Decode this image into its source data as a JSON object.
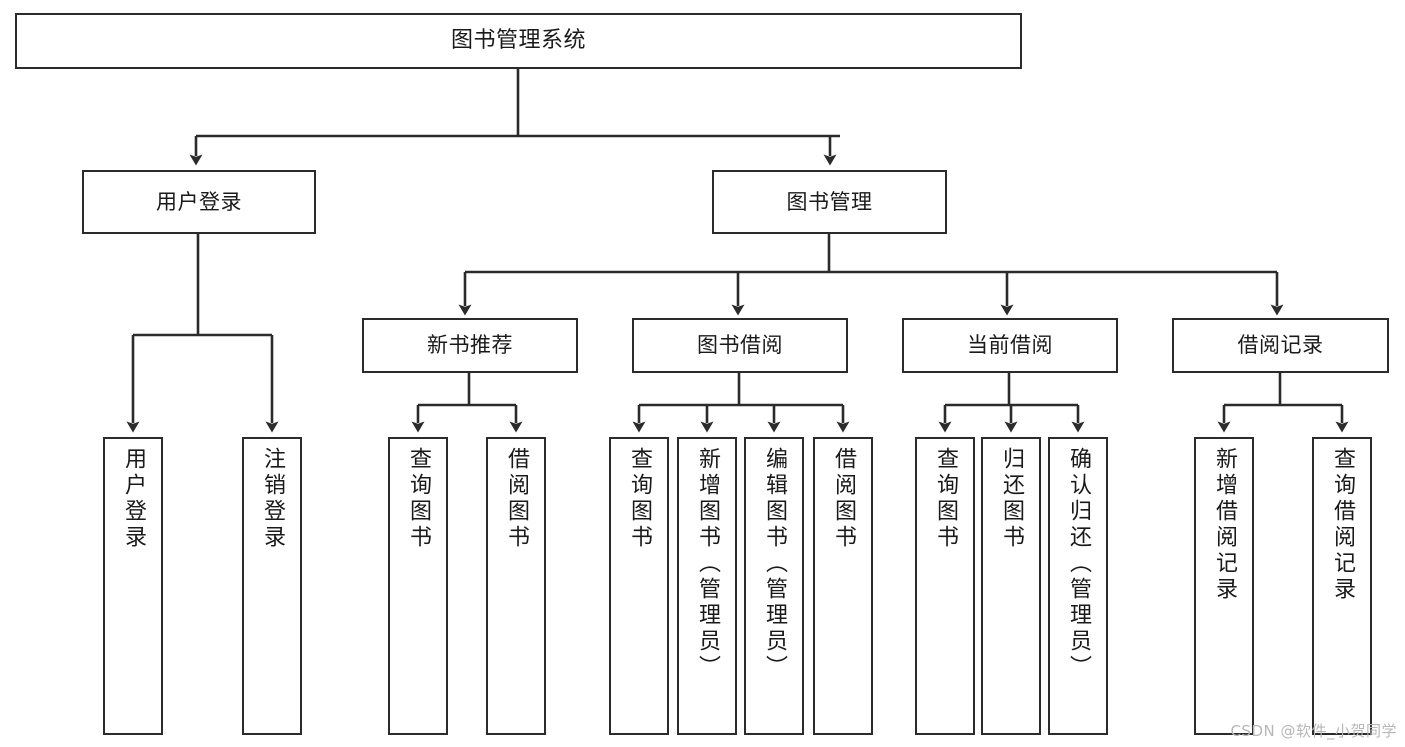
{
  "diagram": {
    "type": "tree-hierarchy",
    "title": "图书管理系统",
    "watermark": "CSDN @软件_小贺同学",
    "colors": {
      "box_border": "#2b2b2b",
      "box_fill": "#ffffff",
      "connector": "#2b2b2b",
      "text": "#1a1a1a",
      "watermark": "#b7b7b7"
    },
    "nodes": [
      {
        "id": "root",
        "label": "图书管理系统",
        "level": 1,
        "orient": "horizontal"
      },
      {
        "id": "n2a",
        "label": "用户登录",
        "level": 2,
        "orient": "horizontal",
        "parent": "root"
      },
      {
        "id": "n2b",
        "label": "图书管理",
        "level": 2,
        "orient": "horizontal",
        "parent": "root"
      },
      {
        "id": "n3a",
        "label": "新书推荐",
        "level": 3,
        "orient": "horizontal",
        "parent": "n2b"
      },
      {
        "id": "n3b",
        "label": "图书借阅",
        "level": 3,
        "orient": "horizontal",
        "parent": "n2b"
      },
      {
        "id": "n3c",
        "label": "当前借阅",
        "level": 3,
        "orient": "horizontal",
        "parent": "n2b"
      },
      {
        "id": "n3d",
        "label": "借阅记录",
        "level": 3,
        "orient": "horizontal",
        "parent": "n2b"
      },
      {
        "id": "l1",
        "label": "用户登录",
        "level": 4,
        "orient": "vertical",
        "parent": "n2a"
      },
      {
        "id": "l2",
        "label": "注销登录",
        "level": 4,
        "orient": "vertical",
        "parent": "n2a"
      },
      {
        "id": "l3",
        "label": "查询图书",
        "level": 4,
        "orient": "vertical",
        "parent": "n3a"
      },
      {
        "id": "l4",
        "label": "借阅图书",
        "level": 4,
        "orient": "vertical",
        "parent": "n3a"
      },
      {
        "id": "l5",
        "label": "查询图书",
        "level": 4,
        "orient": "vertical",
        "parent": "n3b"
      },
      {
        "id": "l6",
        "label": "新增图书（管理员）",
        "level": 4,
        "orient": "vertical",
        "parent": "n3b"
      },
      {
        "id": "l7",
        "label": "编辑图书（管理员）",
        "level": 4,
        "orient": "vertical",
        "parent": "n3b"
      },
      {
        "id": "l8",
        "label": "借阅图书",
        "level": 4,
        "orient": "vertical",
        "parent": "n3b"
      },
      {
        "id": "l9",
        "label": "查询图书",
        "level": 4,
        "orient": "vertical",
        "parent": "n3c"
      },
      {
        "id": "l10",
        "label": "归还图书",
        "level": 4,
        "orient": "vertical",
        "parent": "n3c"
      },
      {
        "id": "l11",
        "label": "确认归还（管理员）",
        "level": 4,
        "orient": "vertical",
        "parent": "n3c"
      },
      {
        "id": "l12",
        "label": "新增借阅记录",
        "level": 4,
        "orient": "vertical",
        "parent": "n3d"
      },
      {
        "id": "l13",
        "label": "查询借阅记录",
        "level": 4,
        "orient": "vertical",
        "parent": "n3d"
      }
    ]
  }
}
